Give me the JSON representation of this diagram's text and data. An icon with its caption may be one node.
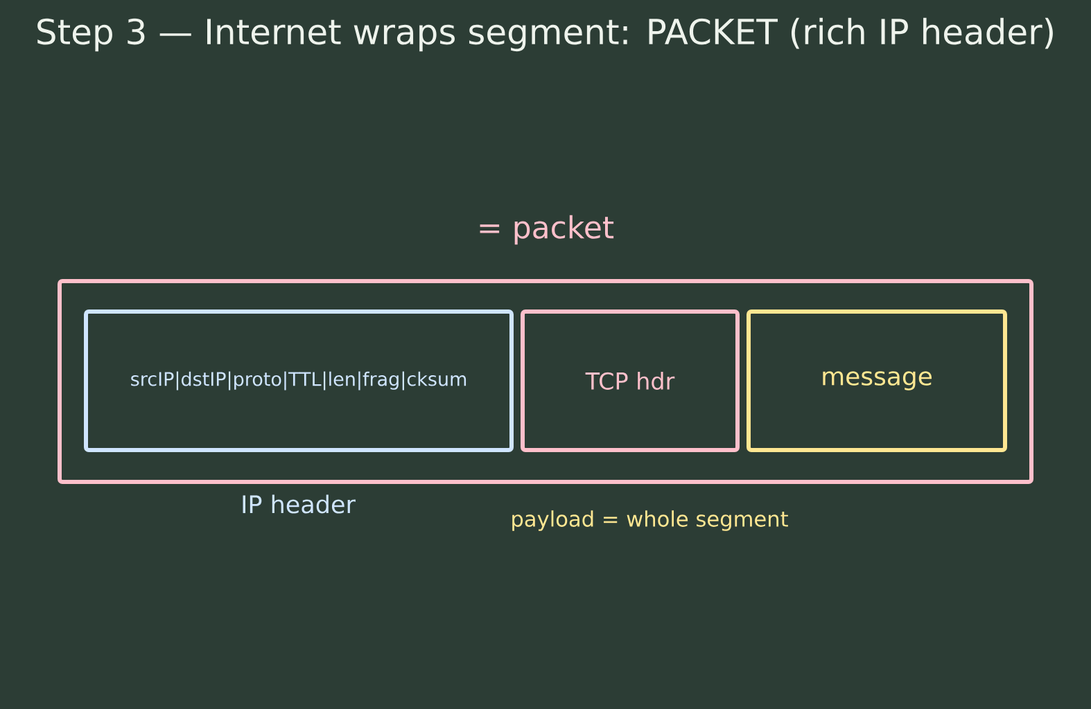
{
  "diagram": {
    "title": "Step 3 — Internet wraps segment: PACKET (rich IP header)",
    "nodes": [
      {
        "text": [
          "= packet"
        ]
      },
      {
        "text": [
          "srcIP|dstIP|proto|TTL|len|frag|cksum"
        ],
        "beside": [
          "IP header"
        ],
        "in": 0
      },
      {
        "text": [
          "TCP hdr"
        ],
        "in": 0
      },
      {
        "text": [
          "message"
        ],
        "in": 0
      }
    ],
    "labels": [
      "payload = whole segment"
    ]
  }
}
